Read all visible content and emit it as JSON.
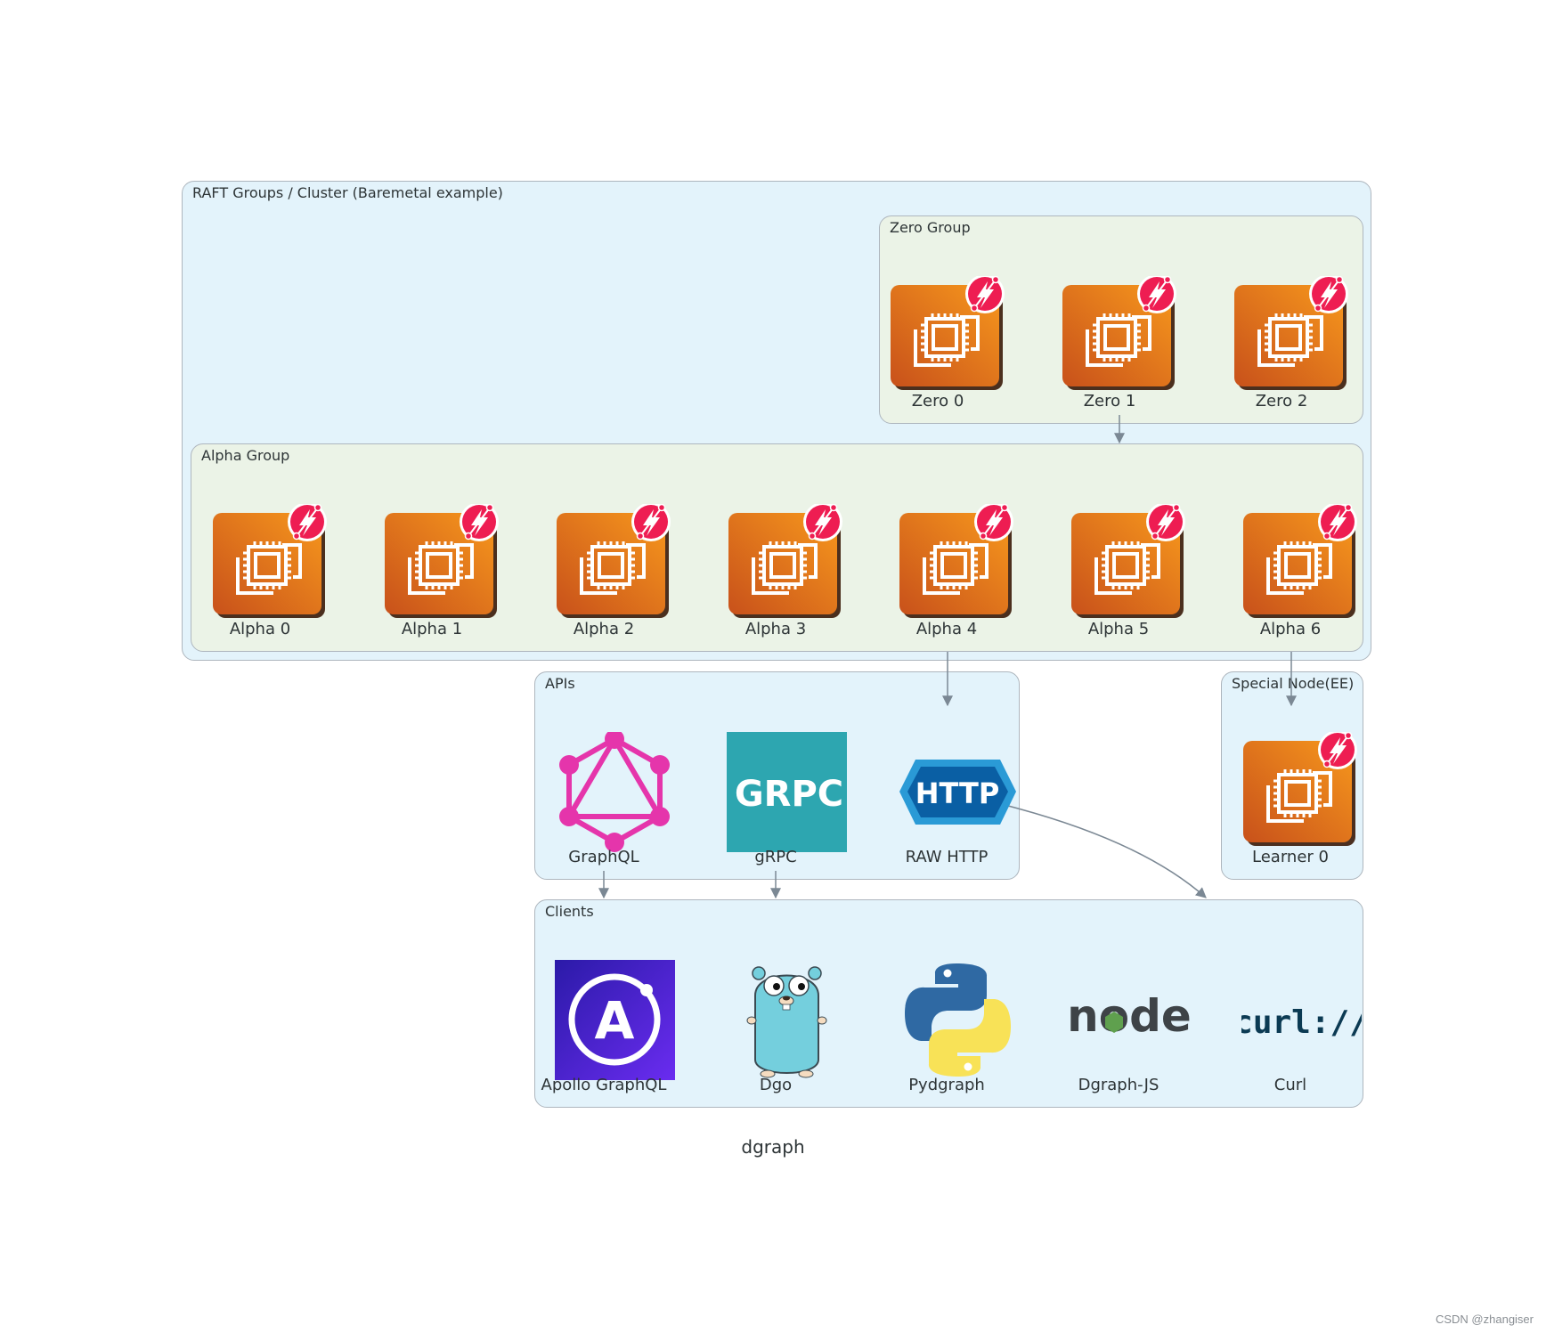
{
  "diagram": {
    "title": "dgraph",
    "watermark": "CSDN @zhangiser",
    "clusters": {
      "raft": "RAFT Groups / Cluster (Baremetal example)",
      "zero_group": "Zero Group",
      "alpha_group": "Alpha Group",
      "apis": "APIs",
      "special": "Special Node(EE)",
      "clients": "Clients"
    },
    "zero_nodes": [
      "Zero 0",
      "Zero 1",
      "Zero 2"
    ],
    "alpha_nodes": [
      "Alpha 0",
      "Alpha 1",
      "Alpha 2",
      "Alpha 3",
      "Alpha 4",
      "Alpha 5",
      "Alpha 6"
    ],
    "learner_nodes": [
      "Learner 0"
    ],
    "api_nodes": [
      {
        "label": "GraphQL",
        "icon": "graphql-icon"
      },
      {
        "label": "gRPC",
        "icon": "grpc-icon",
        "icon_text": "GRPC"
      },
      {
        "label": "RAW HTTP",
        "icon": "http-icon",
        "icon_text": "HTTP"
      }
    ],
    "client_nodes": [
      {
        "label": "Apollo GraphQL",
        "icon": "apollo-icon",
        "icon_text": "A"
      },
      {
        "label": "Dgo",
        "icon": "gopher-icon"
      },
      {
        "label": "Pydgraph",
        "icon": "python-icon"
      },
      {
        "label": "Dgraph-JS",
        "icon": "nodejs-icon",
        "icon_text": "node"
      },
      {
        "label": "Curl",
        "icon": "curl-icon",
        "icon_text": "curl://"
      }
    ],
    "edges": [
      {
        "from": "Zero Group",
        "to": "Alpha Group"
      },
      {
        "from": "Alpha Group",
        "to": "APIs"
      },
      {
        "from": "Alpha Group",
        "to": "Special Node(EE)"
      },
      {
        "from": "GraphQL",
        "to": "Clients"
      },
      {
        "from": "gRPC",
        "to": "Clients"
      },
      {
        "from": "RAW HTTP",
        "to": "Clients"
      }
    ],
    "colors": {
      "cluster_outer": "#e3f3fb",
      "cluster_inner": "#ebf3e7",
      "edge": "#7b8894",
      "server_orange": "#e8760f",
      "dgraph_badge": "#ee1d52",
      "graphql": "#e535ab",
      "grpc": "#2da6b0",
      "http": "#0a5fa4",
      "apollo": "#3b1fd6"
    }
  }
}
